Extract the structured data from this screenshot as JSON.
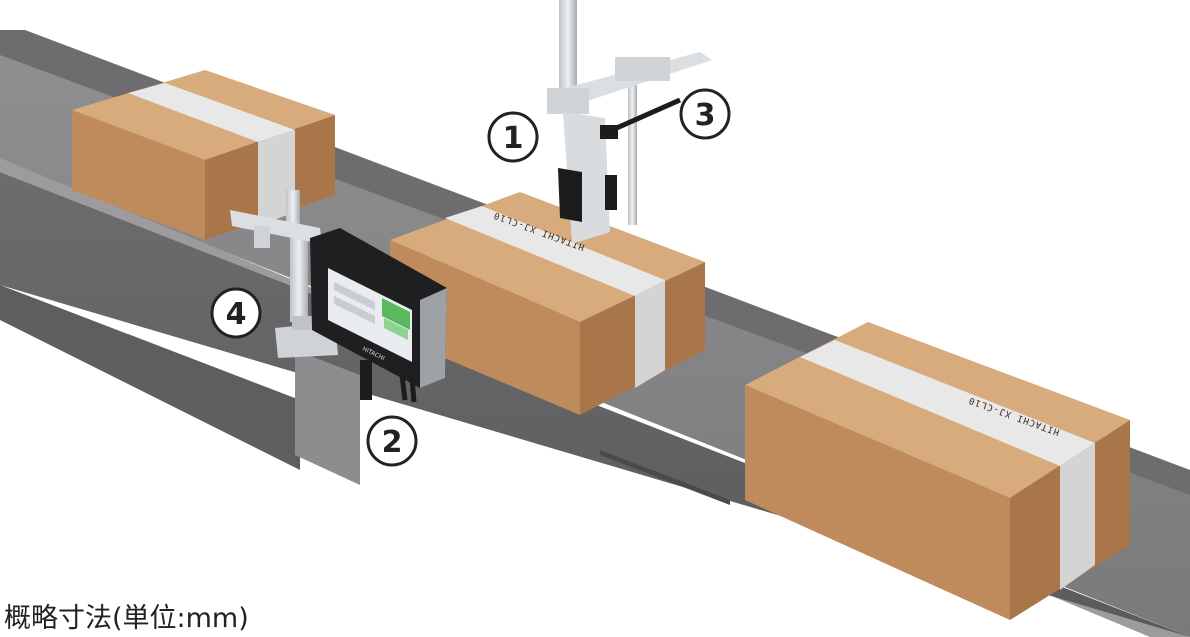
{
  "caption": "概略寸法(単位:mm)",
  "box_print_1": "HITACHI  XJ-CL10",
  "box_print_2": "HITACHI  XJ-CL10",
  "controller_brand": "HITACHI",
  "callouts": [
    {
      "id": "1",
      "label": "1"
    },
    {
      "id": "2",
      "label": "2"
    },
    {
      "id": "3",
      "label": "3"
    },
    {
      "id": "4",
      "label": "4"
    }
  ],
  "colors": {
    "cardboard": "#c39162",
    "tape": "#e6e6e6",
    "conveyor": "#7c7c7e",
    "screen_accent": "#5cb85c"
  }
}
